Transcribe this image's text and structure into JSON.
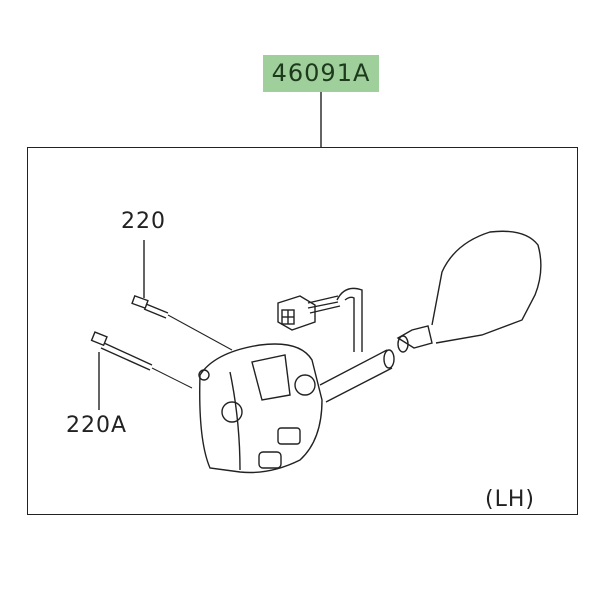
{
  "diagram": {
    "main_part": "46091A",
    "callouts": [
      {
        "id": "220"
      },
      {
        "id": "220A"
      }
    ],
    "side_note": "(LH)",
    "highlight_color": "#9fcf9b"
  }
}
